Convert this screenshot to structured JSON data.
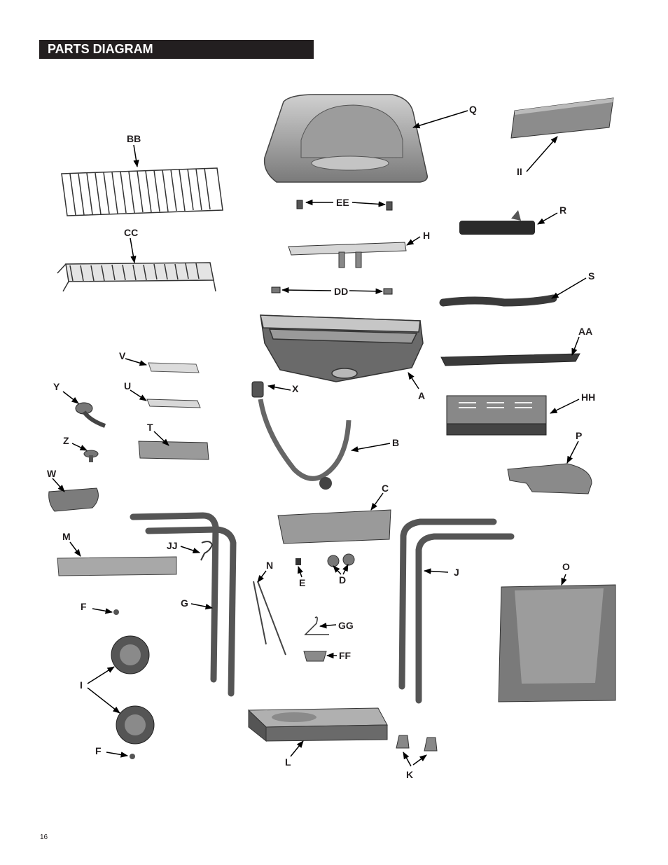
{
  "title": "PARTS DIAGRAM",
  "page_number": "16",
  "colors": {
    "title_bar": "#231f20",
    "part_fill": "#8c8c8c",
    "part_dark": "#4a4a4a",
    "part_light": "#c8c8c8"
  },
  "labels": {
    "Q": "Q",
    "II": "II",
    "BB": "BB",
    "EE": "EE",
    "R": "R",
    "CC": "CC",
    "H": "H",
    "S": "S",
    "DD": "DD",
    "AA": "AA",
    "A": "A",
    "X": "X",
    "V": "V",
    "Y": "Y",
    "U": "U",
    "HH": "HH",
    "T": "T",
    "B": "B",
    "Z": "Z",
    "P": "P",
    "W": "W",
    "C": "C",
    "M": "M",
    "JJ": "JJ",
    "N": "N",
    "E": "E",
    "D": "D",
    "J": "J",
    "O": "O",
    "F1": "F",
    "G": "G",
    "GG": "GG",
    "FF": "FF",
    "I": "I",
    "L": "L",
    "F2": "F",
    "K": "K"
  }
}
